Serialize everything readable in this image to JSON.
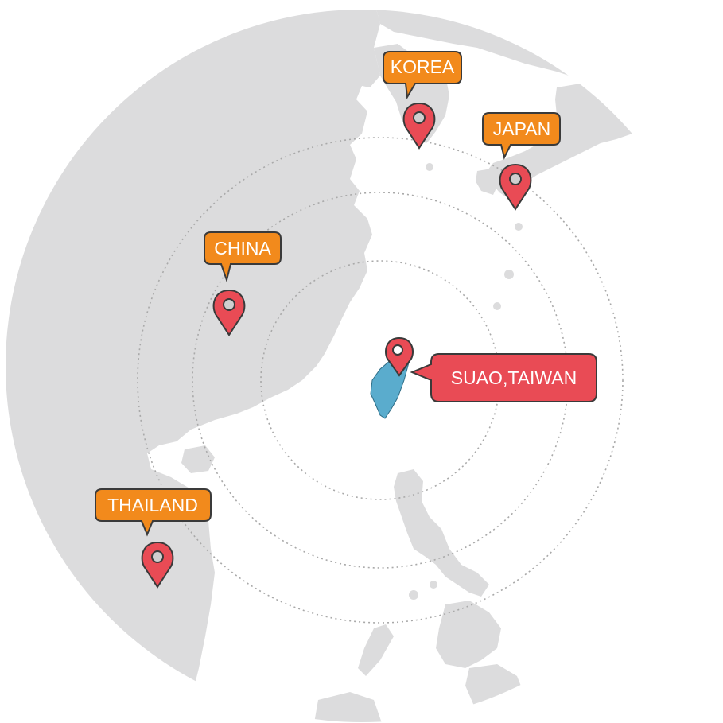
{
  "colors": {
    "land": "#dcdcdd",
    "water": "#ffffff",
    "highlight_land": "#5aaccd",
    "marker_fill": "#e94b55",
    "marker_stroke": "#3a3a3a",
    "marker_dot": "#cfcfcf",
    "callout_orange": "#f28a1c",
    "callout_red": "#e94b55",
    "callout_stroke": "#3a3a3a",
    "range_ring": "#a9a9a9"
  },
  "labels": {
    "origin": "SUAO,TAIWAN",
    "korea": "KOREA",
    "japan": "JAPAN",
    "china": "CHINA",
    "thailand": "THAILAND"
  },
  "map": {
    "range_rings": 3,
    "range_ring_style": "dotted",
    "highlighted_region": "Taiwan"
  }
}
